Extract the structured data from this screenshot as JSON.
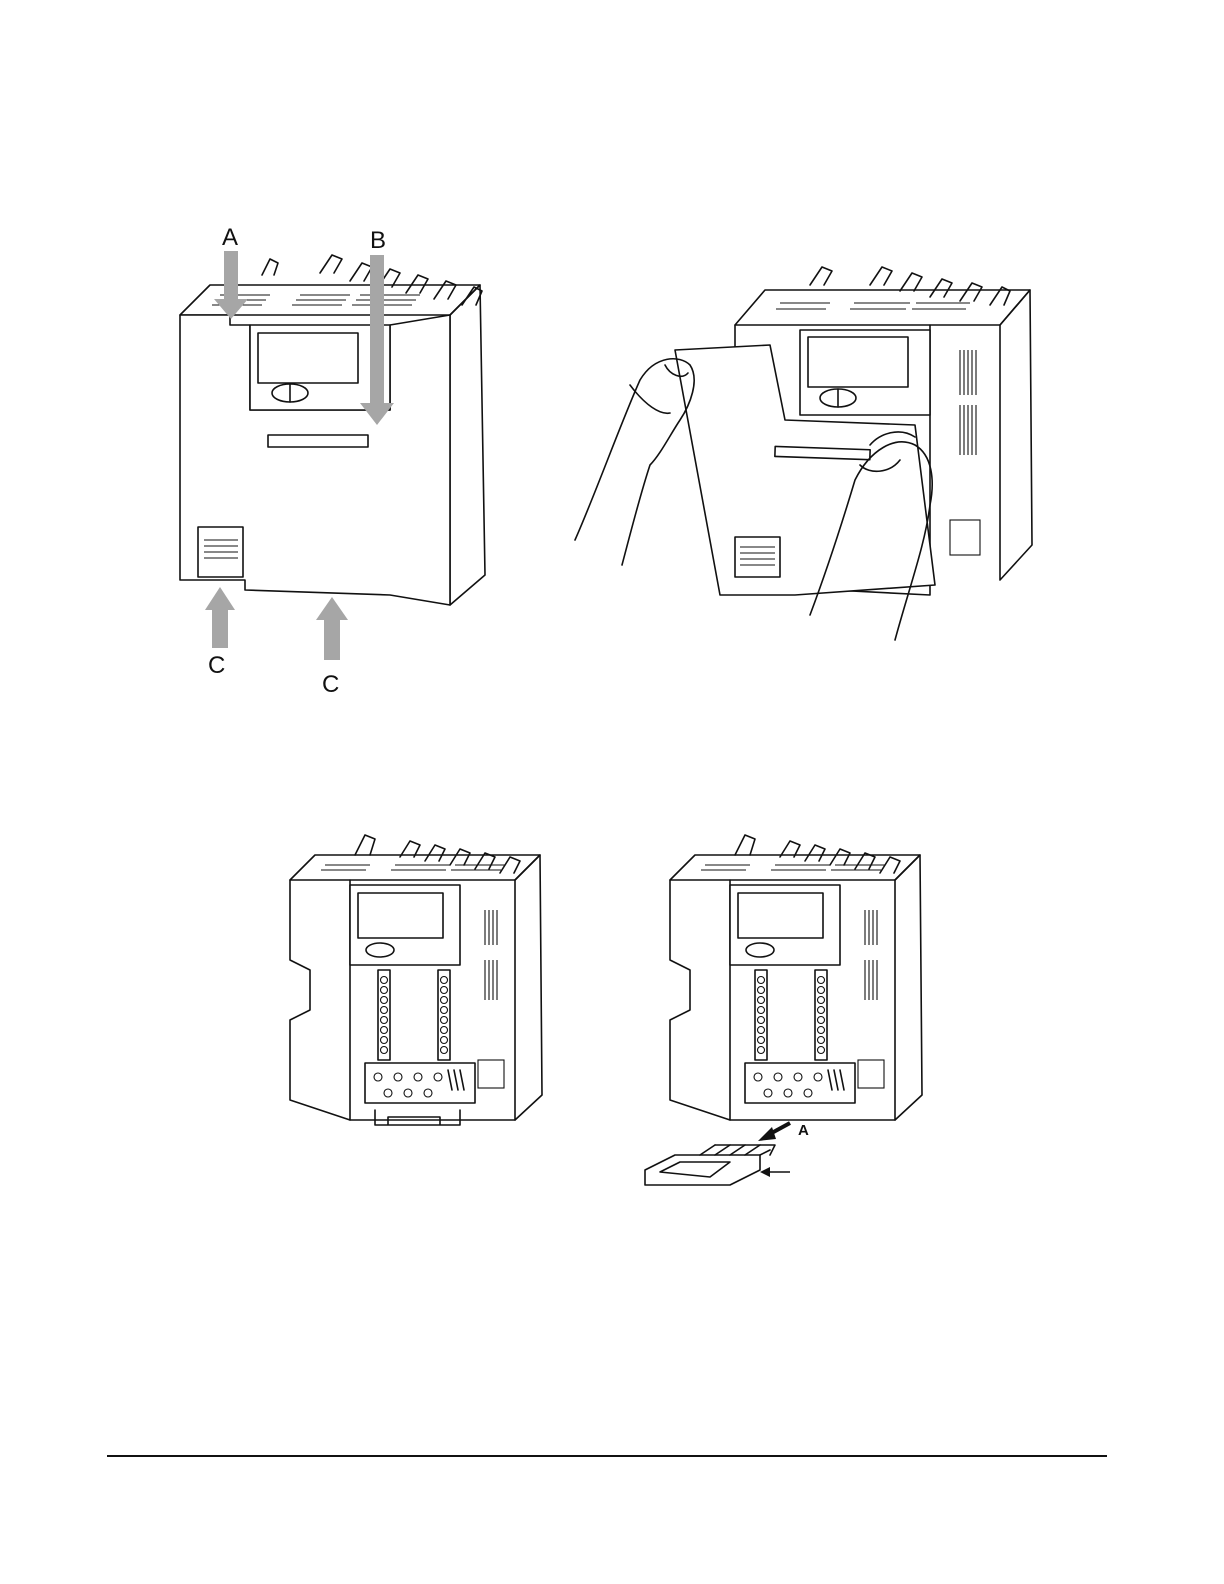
{
  "figures": {
    "top_left": {
      "labels": {
        "a": "A",
        "b": "B",
        "c1": "C",
        "c2": "C"
      }
    },
    "top_right": {},
    "bottom_left": {},
    "bottom_right": {
      "labels": {
        "a": "A"
      }
    }
  },
  "colors": {
    "line": "#111111",
    "arrow": "#a6a6a6",
    "background": "#ffffff"
  }
}
